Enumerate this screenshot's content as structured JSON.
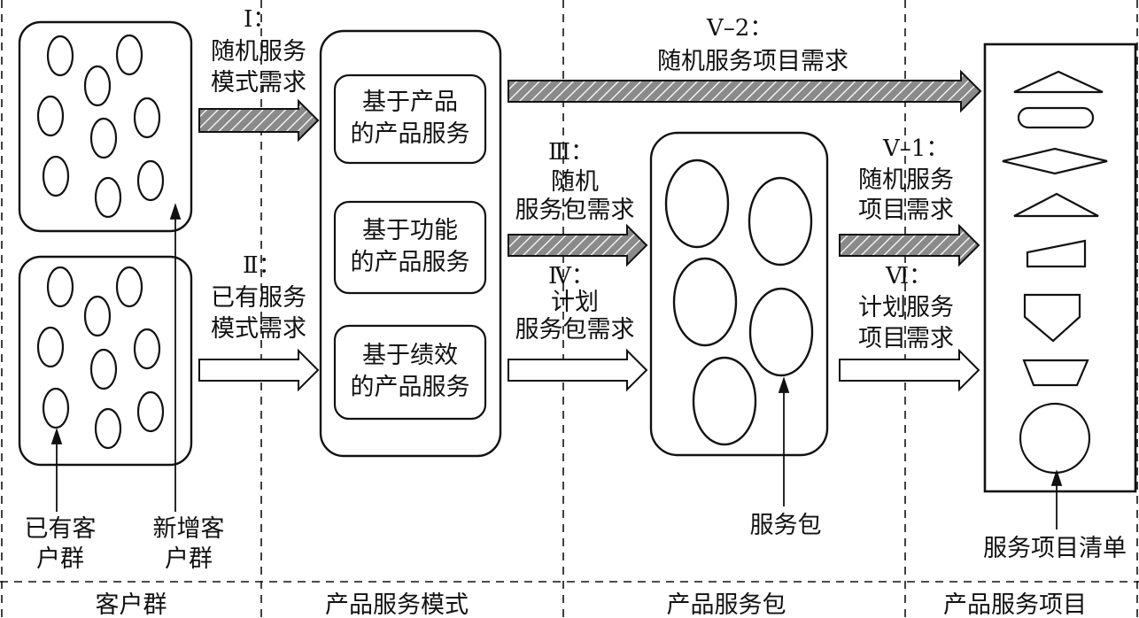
{
  "colors": {
    "ink": "#111111",
    "hatch_fill": "#8a8a8a",
    "background": "#ffffff"
  },
  "demands": {
    "d1_num": "Ⅰ：",
    "d1_line1": "随机服务",
    "d1_line2": "模式需求",
    "d2_num": "Ⅱ：",
    "d2_line1": "已有服务",
    "d2_line2": "模式需求",
    "d3_num": "Ⅲ：",
    "d3_line1": "随机",
    "d3_line2": "服务包需求",
    "d4_num": "Ⅳ：",
    "d4_line1": "计划",
    "d4_line2": "服务包需求",
    "d52_num": "Ⅴ–2：",
    "d52_line1": "随机服务项目需求",
    "d51_num": "Ⅴ–1：",
    "d51_line1": "随机服务",
    "d51_line2": "项目需求",
    "d6_num": "Ⅵ：",
    "d6_line1": "计划服务",
    "d6_line2": "项目需求"
  },
  "modes": [
    {
      "line1": "基于产品",
      "line2": "的产品服务"
    },
    {
      "line1": "基于功能",
      "line2": "的产品服务"
    },
    {
      "line1": "基于绩效",
      "line2": "的产品服务"
    }
  ],
  "callouts": {
    "existing_line1": "已有客",
    "existing_line2": "户群",
    "new_line1": "新增客",
    "new_line2": "户群",
    "package": "服务包",
    "item_list": "服务项目清单"
  },
  "columns": [
    "客户群",
    "产品服务模式",
    "产品服务包",
    "产品服务项目"
  ]
}
